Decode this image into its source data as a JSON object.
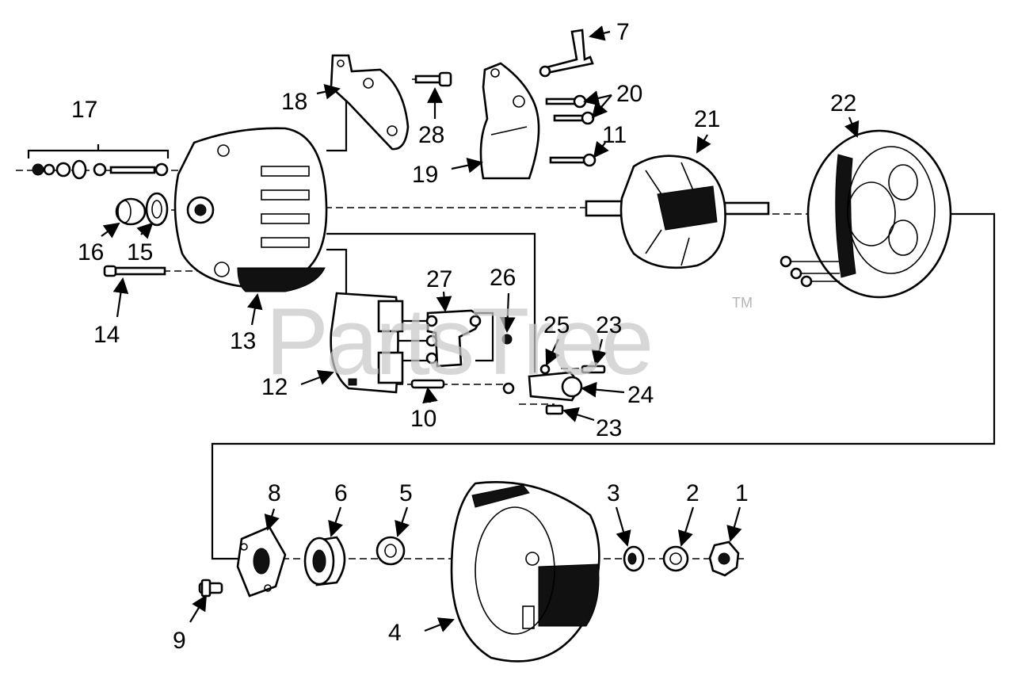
{
  "watermark": {
    "text": "PartsTree",
    "trademark": "TM"
  },
  "labels": {
    "p1": "1",
    "p2": "2",
    "p3": "3",
    "p4": "4",
    "p5": "5",
    "p6": "6",
    "p7": "7",
    "p8": "8",
    "p9": "9",
    "p10": "10",
    "p11": "11",
    "p12": "12",
    "p13": "13",
    "p14": "14",
    "p15": "15",
    "p16": "16",
    "p17": "17",
    "p18": "18",
    "p19": "19",
    "p20": "20",
    "p21": "21",
    "p22": "22",
    "p23a": "23",
    "p23b": "23",
    "p24": "24",
    "p25": "25",
    "p26": "26",
    "p27": "27",
    "p28": "28"
  },
  "colors": {
    "ink": "#000000",
    "background": "#ffffff",
    "watermark": "#c8c8c8"
  }
}
